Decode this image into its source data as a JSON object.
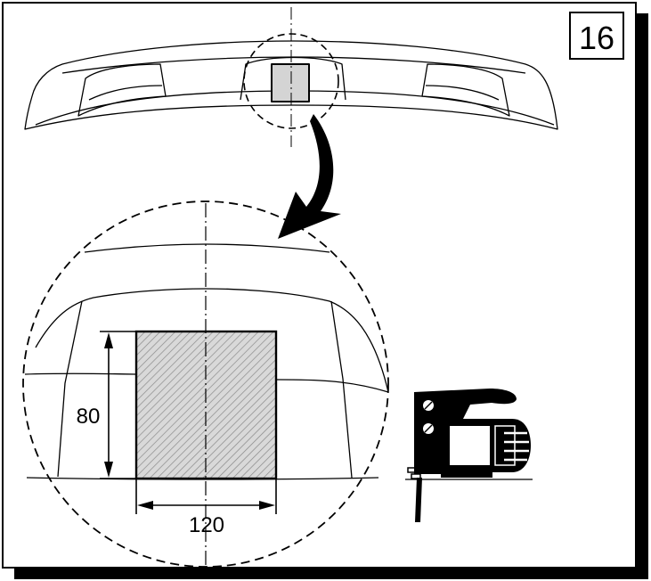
{
  "step_number": "16",
  "dimensions": {
    "height_label": "80",
    "width_label": "120"
  },
  "icons": {
    "tool": "jigsaw-icon",
    "direction": "curved-arrow-icon"
  },
  "colors": {
    "line": "#000000",
    "cutout_fill": "#d4d4d4",
    "hatch": "#8a8a8a",
    "frame_shadow": "#000000"
  }
}
